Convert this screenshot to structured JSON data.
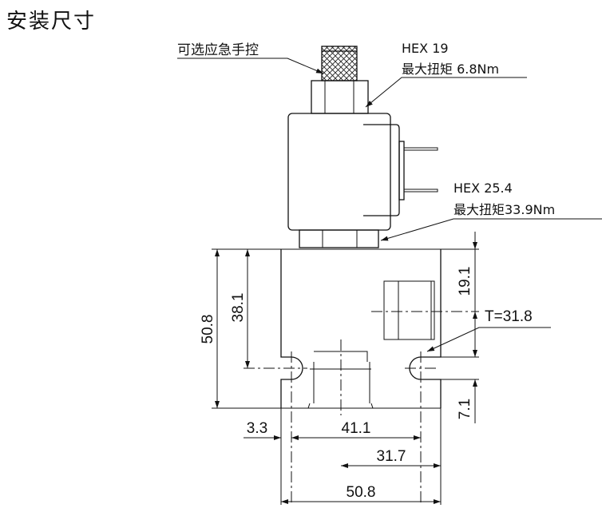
{
  "title": "安装尺寸",
  "labels": {
    "manual_override": "可选应急手控",
    "hex_top": "HEX 19",
    "torque_top": "最大扭矩 6.8Nm",
    "hex_bottom": "HEX 25.4",
    "torque_bottom": "最大扭矩33.9Nm",
    "thread": "T=31.8"
  },
  "dimensions": {
    "height_total": "50.8",
    "height_hole": "38.1",
    "right_top": "19.1",
    "right_bottom": "7.1",
    "offset_left": "3.3",
    "hole_spacing": "41.1",
    "port_offset": "31.7",
    "width_total": "50.8"
  }
}
